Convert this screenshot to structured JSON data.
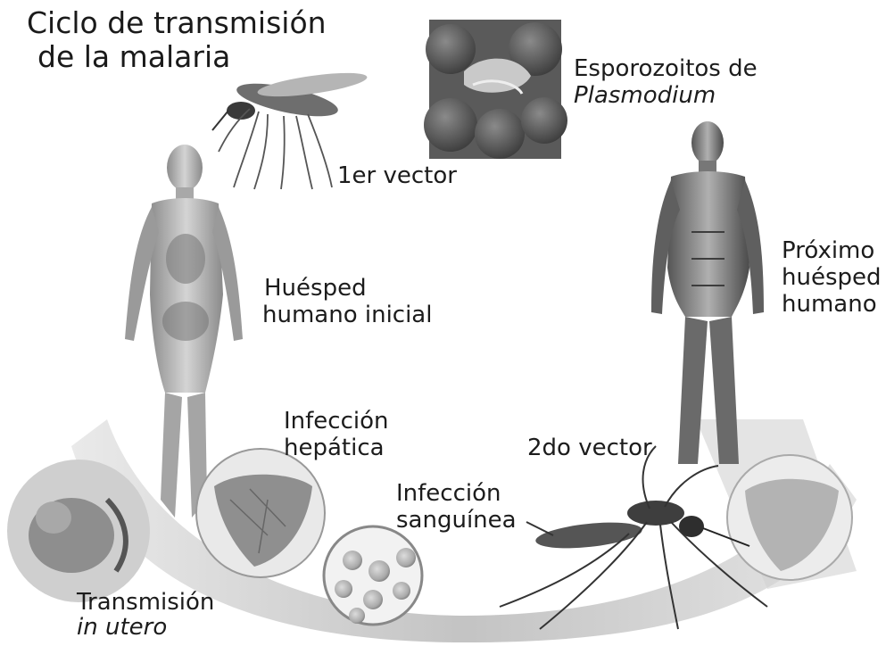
{
  "title": {
    "line1": "Ciclo de transmisión",
    "line2": "de la malaria"
  },
  "labels": {
    "sporozoites_line1": "Esporozoitos de",
    "sporozoites_line2": "Plasmodium",
    "first_vector": "1er vector",
    "initial_host_line1": "Huésped",
    "initial_host_line2": "humano inicial",
    "next_host_line1": "Próximo",
    "next_host_line2": "huésped",
    "next_host_line3": "humano",
    "liver_infection_line1": "Infección",
    "liver_infection_line2": "hepática",
    "second_vector": "2do vector",
    "blood_infection_line1": "Infección",
    "blood_infection_line2": "sanguínea",
    "transmission_line1": "Transmisión",
    "transmission_line2": "in utero"
  }
}
